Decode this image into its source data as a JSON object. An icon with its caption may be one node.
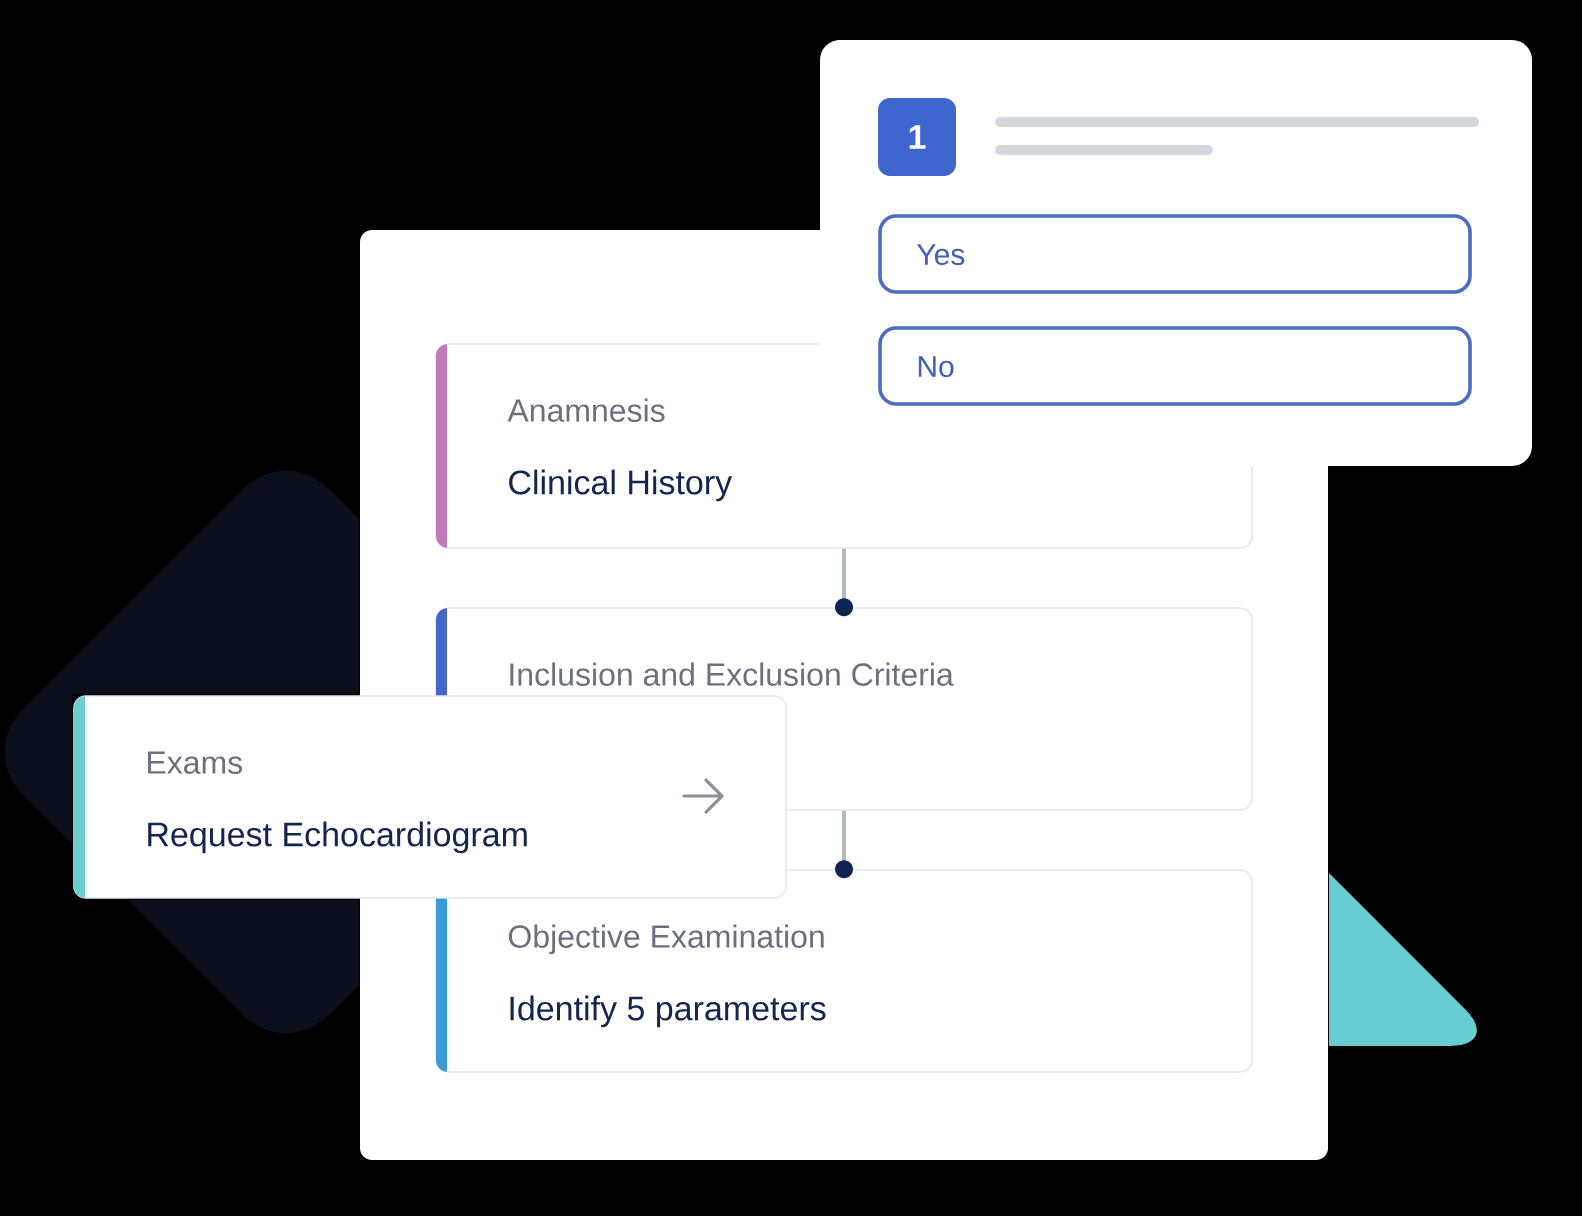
{
  "diagram": {
    "nodes": [
      {
        "text": [],
        "shape": "box"
      },
      {
        "text": [
          "1"
        ],
        "in": 0
      },
      {
        "text": [
          "Yes"
        ],
        "in": 0
      },
      {
        "text": [
          "No"
        ],
        "in": 0
      },
      {
        "text": [],
        "shape": "box"
      },
      {
        "text": [
          "Anamnesis",
          "Clinical History"
        ],
        "in": 4
      },
      {
        "text": [
          "Inclusion and Exclusion Criteria"
        ],
        "in": 4
      },
      {
        "text": [
          "Exams",
          "Request Echocardiogram"
        ]
      },
      {
        "text": [
          "Objective Examination",
          "Identify 5 parameters"
        ],
        "in": 4
      },
      {
        "text": [],
        "shape": "diamond"
      },
      {
        "text": [],
        "shape": "triangle"
      }
    ],
    "edges": [
      {
        "from": 5,
        "to": 6,
        "arrow": "other"
      },
      {
        "from": 6,
        "to": 8,
        "arrow": "other"
      }
    ]
  }
}
